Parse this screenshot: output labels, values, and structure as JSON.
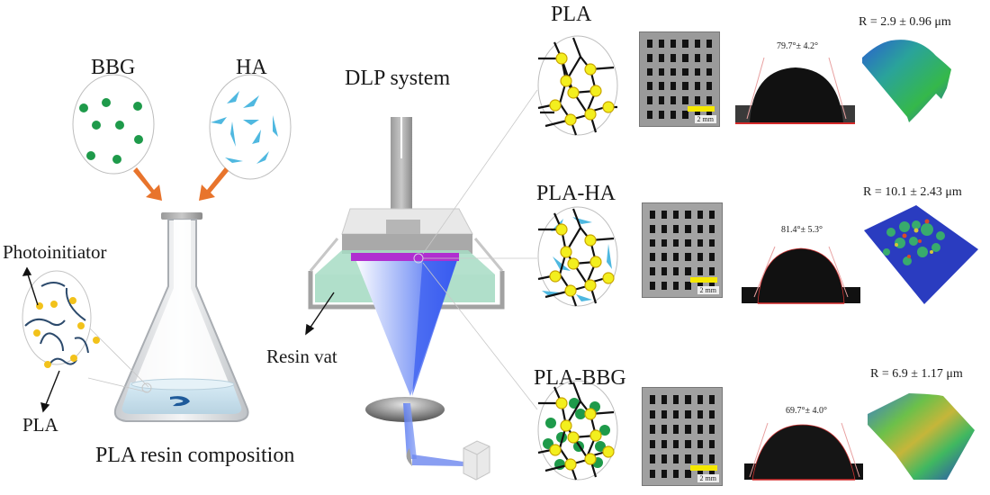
{
  "figure": {
    "left_panel": {
      "additive_1": "BBG",
      "additive_2": "HA",
      "photoinitiator_label": "Photoinitiator",
      "pla_label": "PLA",
      "caption": "PLA resin composition"
    },
    "middle_panel": {
      "title": "DLP system",
      "vat_label": "Resin vat"
    },
    "right_panel": {
      "rows": [
        {
          "name": "PLA",
          "scale_bar": "2 mm",
          "contact_angle": "79.7°± 4.2°",
          "roughness": "R =  2.9 ± 0.96 μm"
        },
        {
          "name": "PLA-HA",
          "scale_bar": "2 mm",
          "contact_angle": "81.4°± 5.3°",
          "roughness": "R = 10.1 ± 2.43 μm"
        },
        {
          "name": "PLA-BBG",
          "scale_bar": "2 mm",
          "contact_angle": "69.7°± 4.0°",
          "roughness": "R = 6.9 ±  1.17 μm"
        }
      ]
    },
    "colors": {
      "bbg_particle": "#1e9a4a",
      "ha_particle": "#4fb8e0",
      "arrow": "#e8742c",
      "photoinitiator": "#f2c21b",
      "crosslink_node": "#f3ef1e",
      "resin": "#9fd9c3",
      "uv_light": "#3d63f0",
      "build_plate_light": "#b02fd0"
    }
  }
}
